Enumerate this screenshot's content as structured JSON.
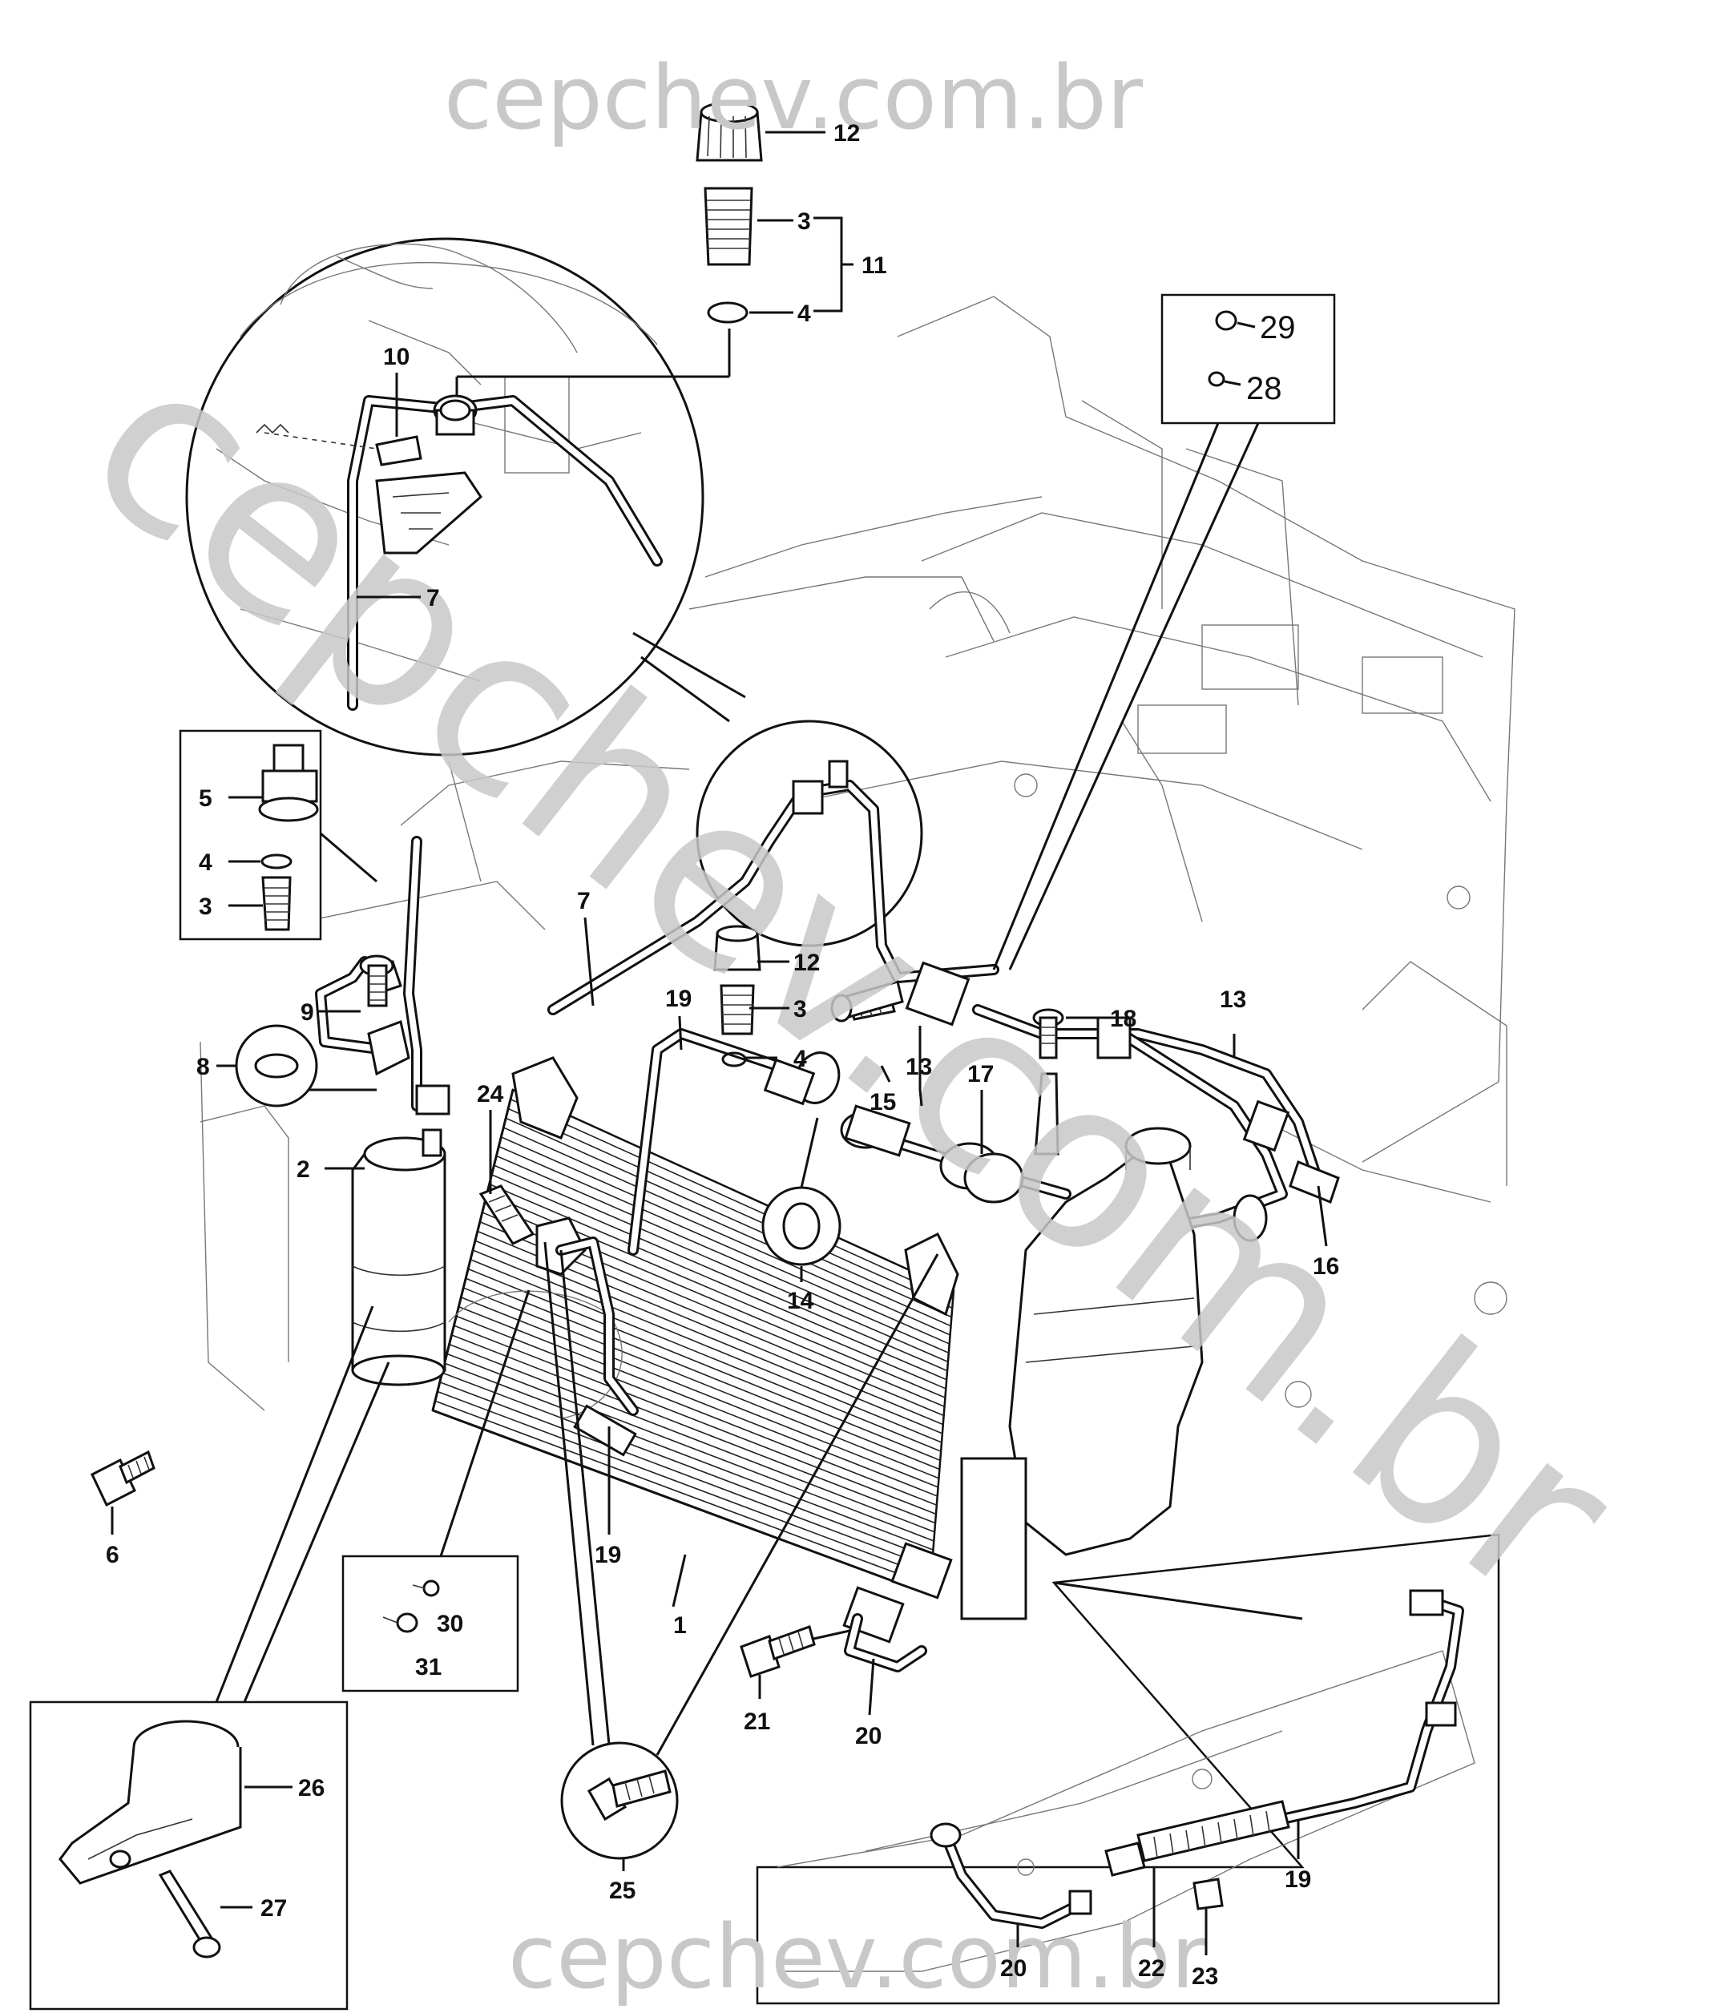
{
  "watermark": {
    "top": "cepchev.com.br",
    "bottom": "cepchev.com.br",
    "diagonal": "cepchev.com.br",
    "color": "#c8c8c8"
  },
  "callouts": [
    {
      "id": "c12a",
      "label": "12"
    },
    {
      "id": "c3a",
      "label": "3"
    },
    {
      "id": "c4a",
      "label": "4"
    },
    {
      "id": "c11",
      "label": "11"
    },
    {
      "id": "c10",
      "label": "10"
    },
    {
      "id": "c7a",
      "label": "7"
    },
    {
      "id": "c29",
      "label": "29"
    },
    {
      "id": "c28",
      "label": "28"
    },
    {
      "id": "c5",
      "label": "5"
    },
    {
      "id": "c4b",
      "label": "4"
    },
    {
      "id": "c3b",
      "label": "3"
    },
    {
      "id": "c7b",
      "label": "7"
    },
    {
      "id": "c9",
      "label": "9"
    },
    {
      "id": "c8",
      "label": "8"
    },
    {
      "id": "c12b",
      "label": "12"
    },
    {
      "id": "c3c",
      "label": "3"
    },
    {
      "id": "c4c",
      "label": "4"
    },
    {
      "id": "c19a",
      "label": "19"
    },
    {
      "id": "c13a",
      "label": "13"
    },
    {
      "id": "c13b",
      "label": "13"
    },
    {
      "id": "c15",
      "label": "15"
    },
    {
      "id": "c17",
      "label": "17"
    },
    {
      "id": "c18",
      "label": "18"
    },
    {
      "id": "c24",
      "label": "24"
    },
    {
      "id": "c2",
      "label": "2"
    },
    {
      "id": "c14",
      "label": "14"
    },
    {
      "id": "c16",
      "label": "16"
    },
    {
      "id": "c6",
      "label": "6"
    },
    {
      "id": "c19b",
      "label": "19"
    },
    {
      "id": "c1",
      "label": "1"
    },
    {
      "id": "c30",
      "label": "30"
    },
    {
      "id": "c31",
      "label": "31"
    },
    {
      "id": "c21",
      "label": "21"
    },
    {
      "id": "c20a",
      "label": "20"
    },
    {
      "id": "c26",
      "label": "26"
    },
    {
      "id": "c27",
      "label": "27"
    },
    {
      "id": "c25",
      "label": "25"
    },
    {
      "id": "c19c",
      "label": "19"
    },
    {
      "id": "c20b",
      "label": "20"
    },
    {
      "id": "c22",
      "label": "22"
    },
    {
      "id": "c23",
      "label": "23"
    }
  ]
}
